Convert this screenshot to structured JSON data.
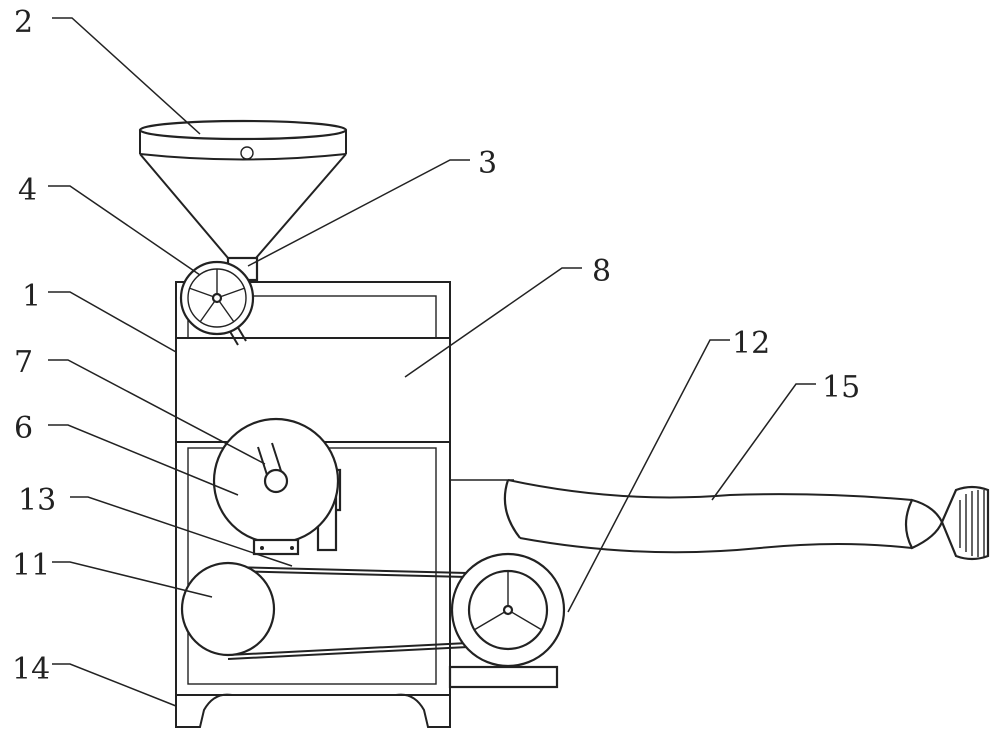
{
  "figure": {
    "labels": [
      {
        "id": "2",
        "text": "2"
      },
      {
        "id": "3",
        "text": "3"
      },
      {
        "id": "4",
        "text": "4"
      },
      {
        "id": "1",
        "text": "1"
      },
      {
        "id": "8",
        "text": "8"
      },
      {
        "id": "12",
        "text": "12"
      },
      {
        "id": "15",
        "text": "15"
      },
      {
        "id": "7",
        "text": "7"
      },
      {
        "id": "6",
        "text": "6"
      },
      {
        "id": "13",
        "text": "13"
      },
      {
        "id": "11",
        "text": "11"
      },
      {
        "id": "14",
        "text": "14"
      }
    ]
  }
}
